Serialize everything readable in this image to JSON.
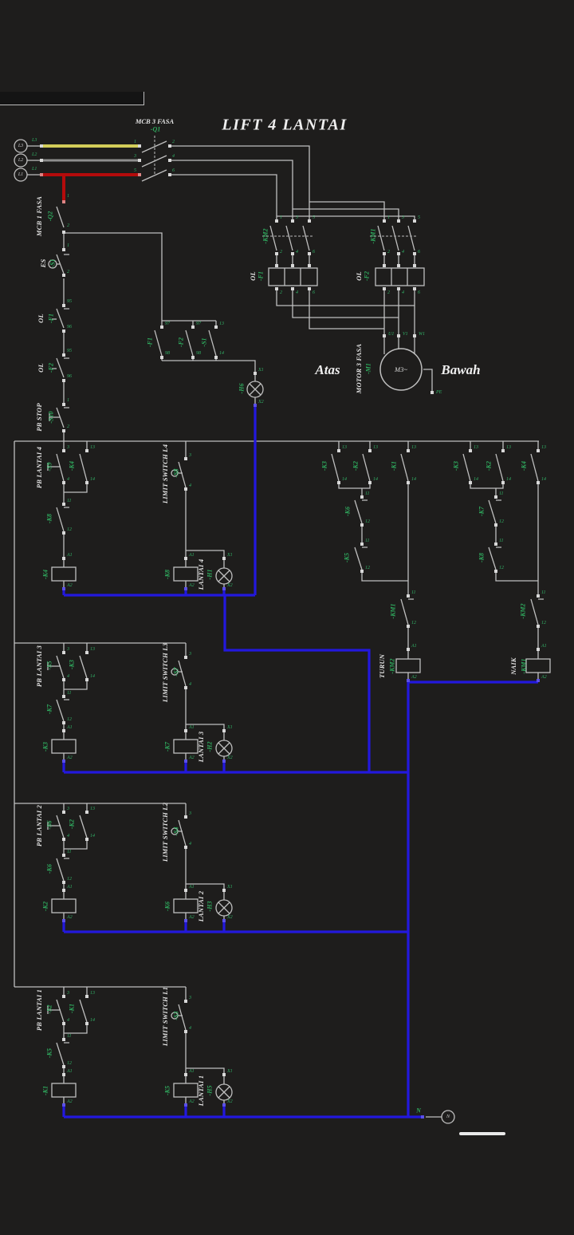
{
  "title": "LIFT 4 LANTAI",
  "t": {
    "1": "1",
    "2": "2",
    "3": "3",
    "4": "4",
    "5": "5",
    "6": "6",
    "11": "11",
    "12": "12",
    "13": "13",
    "14": "14",
    "95": "95",
    "96": "96",
    "97": "97",
    "98": "98",
    "A1": "A1",
    "A2": "A2",
    "X1": "X1",
    "X2": "X2",
    "U1": "U1",
    "V1": "V1",
    "W1": "W1",
    "PE": "PE",
    "L1": "L1",
    "L2": "L2",
    "L3": "L3",
    "N": "N"
  },
  "power": {
    "mcb3_name": "MCB 3 FASA",
    "mcb3_tag": "-Q1",
    "km_left_tag": "-KM2",
    "km_right_tag": "-KM1",
    "ol_left_name": "OL",
    "ol_left_tag": "-F1",
    "ol_right_name": "OL",
    "ol_right_tag": "-F2",
    "motor_name": "MOTOR 3 FASA",
    "motor_tag": "-M1",
    "motor_text": "M3~",
    "dir_left": "Atas",
    "dir_right": "Bawah"
  },
  "rail": {
    "mcb1_name": "MCB 1 FASA",
    "mcb1_tag": "-Q2",
    "es_name": "ES",
    "es_tag": "-S1",
    "ol1_name": "OL",
    "ol1_tag": "-F1",
    "ol2_name": "OL",
    "ol2_tag": "-F2",
    "stop_name": "PB STOP",
    "stop_tag": "-S10"
  },
  "pilot": {
    "c1_tag": "-F1",
    "c2_tag": "-F2",
    "c3_tag": "-S1",
    "lamp_tag": "-H6"
  },
  "direction": {
    "down": {
      "c1": "-K3",
      "c2": "-K2",
      "c3": "-K1",
      "nc1": "-K6",
      "nc2": "-K5",
      "interlock": "-KM1",
      "coil_name": "TURUN",
      "coil_tag": "-KM2"
    },
    "up": {
      "c1": "-K3",
      "c2": "-K2",
      "c3": "-K4",
      "nc1": "-K7",
      "nc2": "-K8",
      "interlock": "-KM2",
      "coil_name": "NAIK",
      "coil_tag": "-KM1"
    }
  },
  "floors": [
    {
      "pb_name": "PB LANTAI 4",
      "pb_tag": "-S9",
      "aux_tag": "-K4",
      "nc_tag": "-K8",
      "coil_tag": "-K4",
      "ls_name": "LIMIT SWITCH L4",
      "ls_tag": "-S8",
      "ls_coil_tag": "-K8",
      "lamp_name": "LANTAI 4",
      "lamp_tag": "-H1"
    },
    {
      "pb_name": "PB LANTAI 3",
      "pb_tag": "-S5",
      "aux_tag": "-K3",
      "nc_tag": "-K7",
      "coil_tag": "-K3",
      "ls_name": "LIMIT SWITCH L3",
      "ls_tag": "-S7",
      "ls_coil_tag": "-K7",
      "lamp_name": "LANTAI 3",
      "lamp_tag": "-H2"
    },
    {
      "pb_name": "PB LANTAI 2",
      "pb_tag": "-S6",
      "aux_tag": "-K2",
      "nc_tag": "-K6",
      "coil_tag": "-K2",
      "ls_name": "LIMIT SWITCH L2",
      "ls_tag": "-S4",
      "ls_coil_tag": "-K6",
      "lamp_name": "LANTAI 2",
      "lamp_tag": "-H3"
    },
    {
      "pb_name": "PB LANTAI 1",
      "pb_tag": "-S2",
      "aux_tag": "-K1",
      "nc_tag": "-K5",
      "coil_tag": "-K1",
      "ls_name": "LIMIT SWITCH L1",
      "ls_tag": "-S3",
      "ls_coil_tag": "-K5",
      "lamp_name": "LANTAI 1",
      "lamp_tag": "-H5"
    }
  ],
  "neutral": {
    "tag": "N",
    "label": "N"
  },
  "colors": {
    "background": "#1e1d1c",
    "wire": "#bfbfbf",
    "neutral_blue": "#2318dd",
    "phase_l3_yellow": "#d3cd59",
    "phase_l2_gray": "#8e8e8e",
    "phase_l1_red": "#b40b0b",
    "tag_green": "#2fab5e",
    "label_white": "#e3e3e3"
  }
}
